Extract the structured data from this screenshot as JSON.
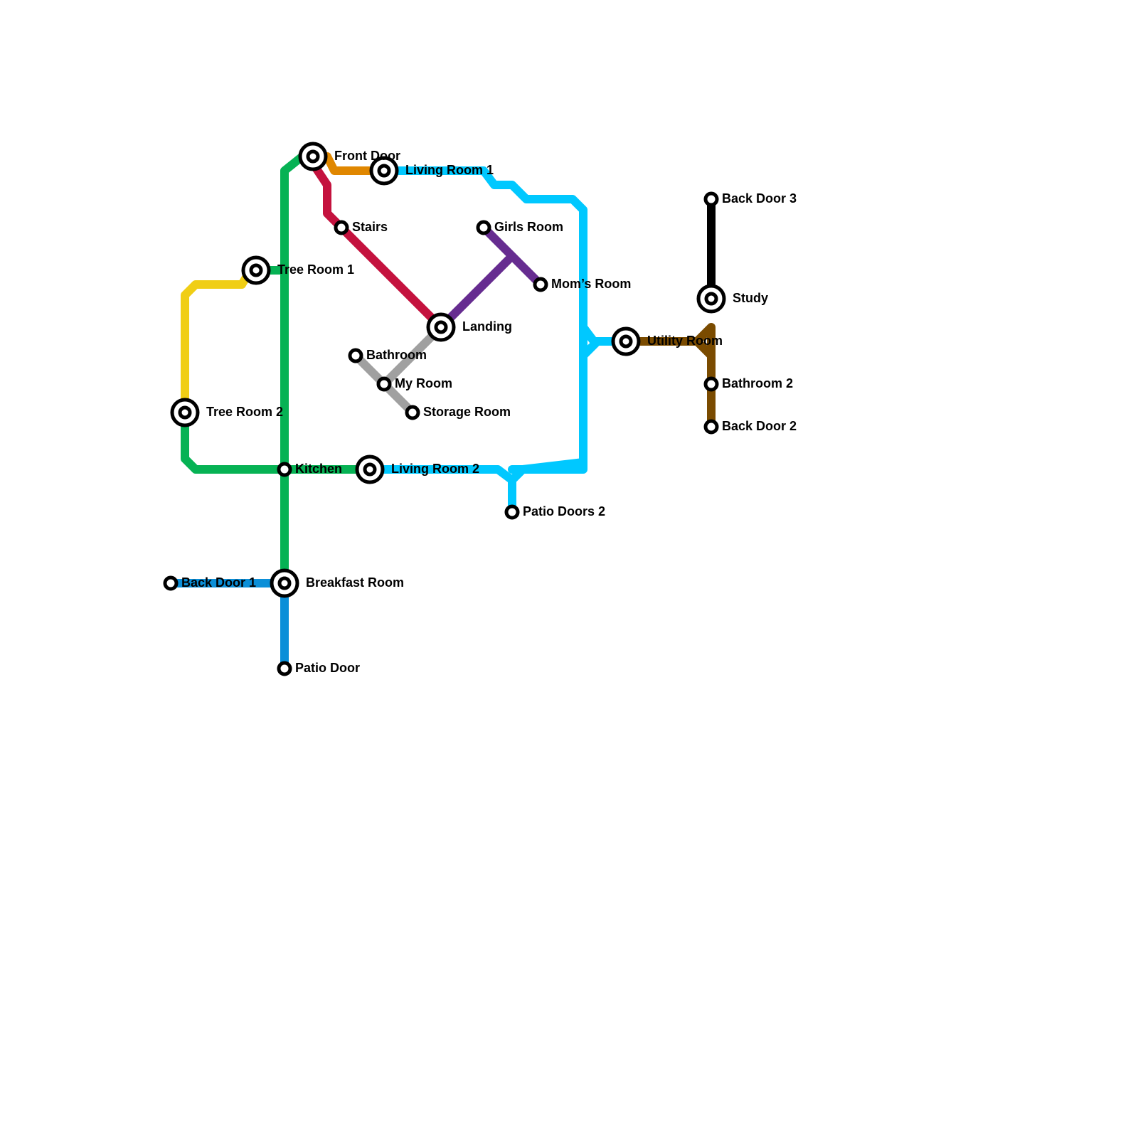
{
  "map": {
    "colors": {
      "green": "#06B254",
      "cyan": "#00C8FF",
      "red": "#C4123E",
      "orange": "#E08700",
      "yellow": "#F0CE15",
      "purple": "#662C90",
      "gray": "#A0A0A0",
      "blue": "#0B8FD8",
      "brown": "#7A4B00",
      "black": "#000000"
    },
    "stations": {
      "front_door": "Front Door",
      "living_room_1": "Living Room 1",
      "stairs": "Stairs",
      "girls_room": "Girls Room",
      "tree_room_1": "Tree Room 1",
      "moms_room": "Mom’s Room",
      "landing": "Landing",
      "bathroom": "Bathroom",
      "my_room": "My Room",
      "storage_room": "Storage Room",
      "tree_room_2": "Tree Room 2",
      "kitchen": "Kitchen",
      "living_room_2": "Living Room 2",
      "patio_doors_2": "Patio Doors 2",
      "back_door_1": "Back Door 1",
      "breakfast_room": "Breakfast Room",
      "patio_door": "Patio Door",
      "utility_room": "Utility Room",
      "back_door_3": "Back Door 3",
      "study": "Study",
      "bathroom_2": "Bathroom 2",
      "back_door_2": "Back Door 2"
    }
  }
}
